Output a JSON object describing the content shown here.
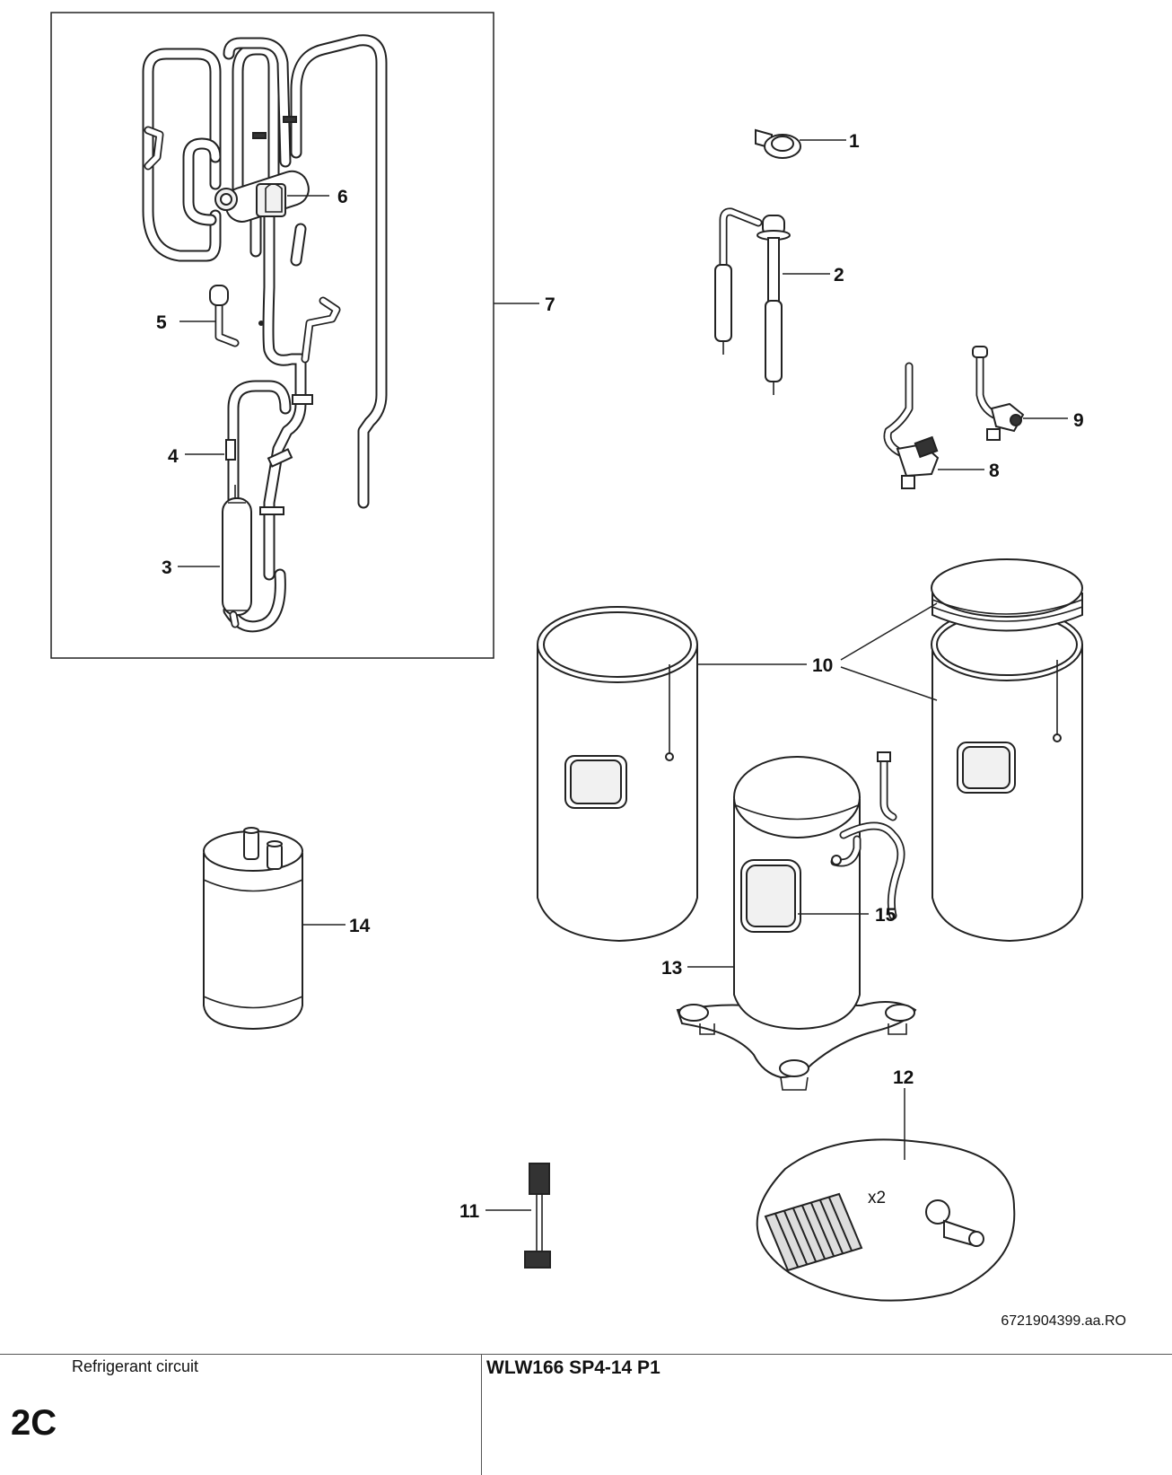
{
  "callouts": [
    "1",
    "2",
    "3",
    "4",
    "5",
    "6",
    "7",
    "8",
    "9",
    "10",
    "11",
    "12",
    "13",
    "14",
    "15"
  ],
  "kit_quantity": "x2",
  "reference": "6721904399.aa.RO",
  "footer": {
    "section_title": "Refrigerant circuit",
    "section_code": "2C",
    "model": "WLW166 SP4-14 P1"
  }
}
